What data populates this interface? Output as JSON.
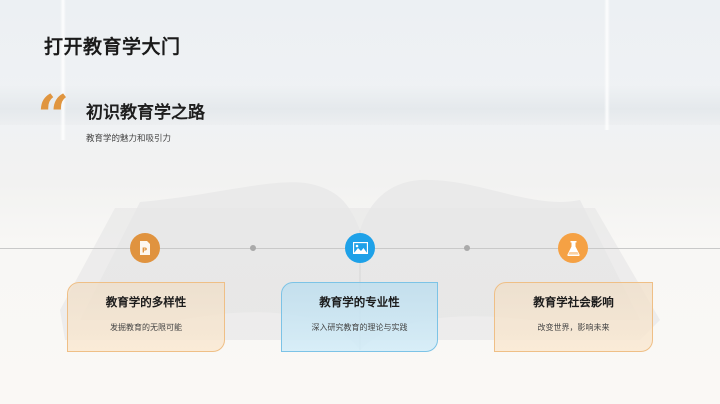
{
  "page": {
    "title": "打开教育学大门"
  },
  "intro": {
    "quote_icon": "left-double-quote-icon",
    "quote_glyph": "“",
    "heading": "初识教育学之路",
    "caption": "教育学的魅力和吸引力"
  },
  "timeline": {
    "items": [
      {
        "icon": "ppt-file-icon",
        "icon_color": "#e0933f",
        "title": "教育学的多样性",
        "description": "发掘教育的无限可能",
        "card_color": "orange"
      },
      {
        "icon": "image-icon",
        "icon_color": "#1ea1e8",
        "title": "教育学的专业性",
        "description": "深入研究教育的理论与实践",
        "card_color": "blue"
      },
      {
        "icon": "flask-icon",
        "icon_color": "#f5a144",
        "title": "教育学社会影响",
        "description": "改变世界，影响未来",
        "card_color": "orange"
      }
    ]
  },
  "colors": {
    "accent_orange": "#e0953f",
    "accent_blue": "#1ea1e8",
    "card_orange_border": "#efbf86",
    "card_blue_border": "#7cc3e6"
  }
}
